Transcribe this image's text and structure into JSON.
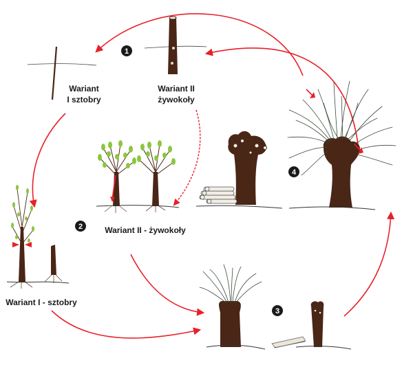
{
  "steps": [
    "1",
    "2",
    "3",
    "4"
  ],
  "labels": {
    "variant1_top_line1": "Wariant",
    "variant1_top_line2": "I sztobry",
    "variant2_top_line1": "Wariant II",
    "variant2_top_line2": "żywokoły",
    "variant2_mid": "Wariant II - żywokoły",
    "variant1_bottom": "Wariant I - sztobry"
  },
  "colors": {
    "arrow": "#e8202a",
    "trunk": "#4a2616",
    "leaf": "#8cc63f",
    "badge": "#1a1a1a"
  },
  "icons": [
    "arrow-icon",
    "tree-icon",
    "stake-icon",
    "log-pile-icon",
    "root-icon"
  ]
}
